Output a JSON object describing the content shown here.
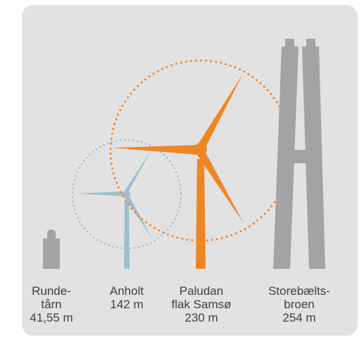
{
  "colors": {
    "background_card": "#e2e2e3",
    "gray_structure": "#a3a3a5",
    "turbine_small": "#9dbecb",
    "turbine_large": "#ee8624",
    "text": "#404040"
  },
  "structures": [
    {
      "id": "rundetaarn",
      "name_lines": [
        "Runde-",
        "tårn"
      ],
      "height_label": "41,55 m",
      "height_m": 41.55
    },
    {
      "id": "anholt",
      "name_lines": [
        "Anholt"
      ],
      "height_label": "142 m",
      "height_m": 142
    },
    {
      "id": "paludan",
      "name_lines": [
        "Paludan",
        "flak Samsø"
      ],
      "height_label": "230 m",
      "height_m": 230
    },
    {
      "id": "storebaelt",
      "name_lines": [
        "Storebælts-",
        "broen"
      ],
      "height_label": "254 m",
      "height_m": 254
    }
  ]
}
